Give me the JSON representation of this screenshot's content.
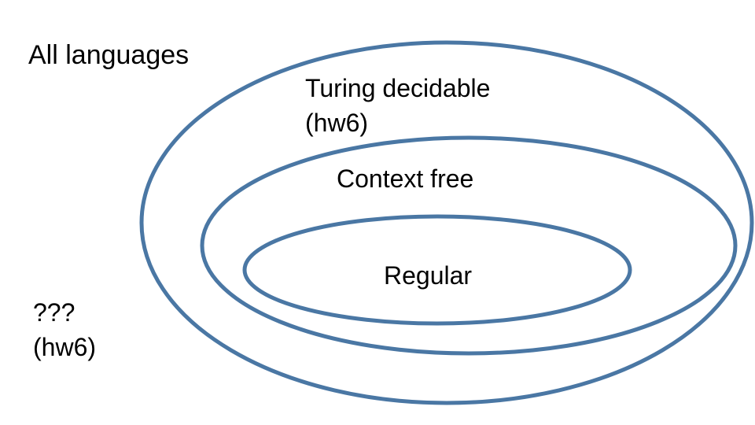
{
  "diagram": {
    "outer_label": "All languages",
    "sets": [
      {
        "id": "turing-decidable",
        "label": "Turing decidable",
        "note": "(hw6)"
      },
      {
        "id": "context-free",
        "label": "Context free"
      },
      {
        "id": "regular",
        "label": "Regular"
      }
    ],
    "mystery": {
      "label": "???",
      "note": "(hw6)"
    },
    "colors": {
      "ellipse_stroke": "#4A77A4",
      "text": "#000000",
      "background": "#FFFFFF"
    }
  }
}
